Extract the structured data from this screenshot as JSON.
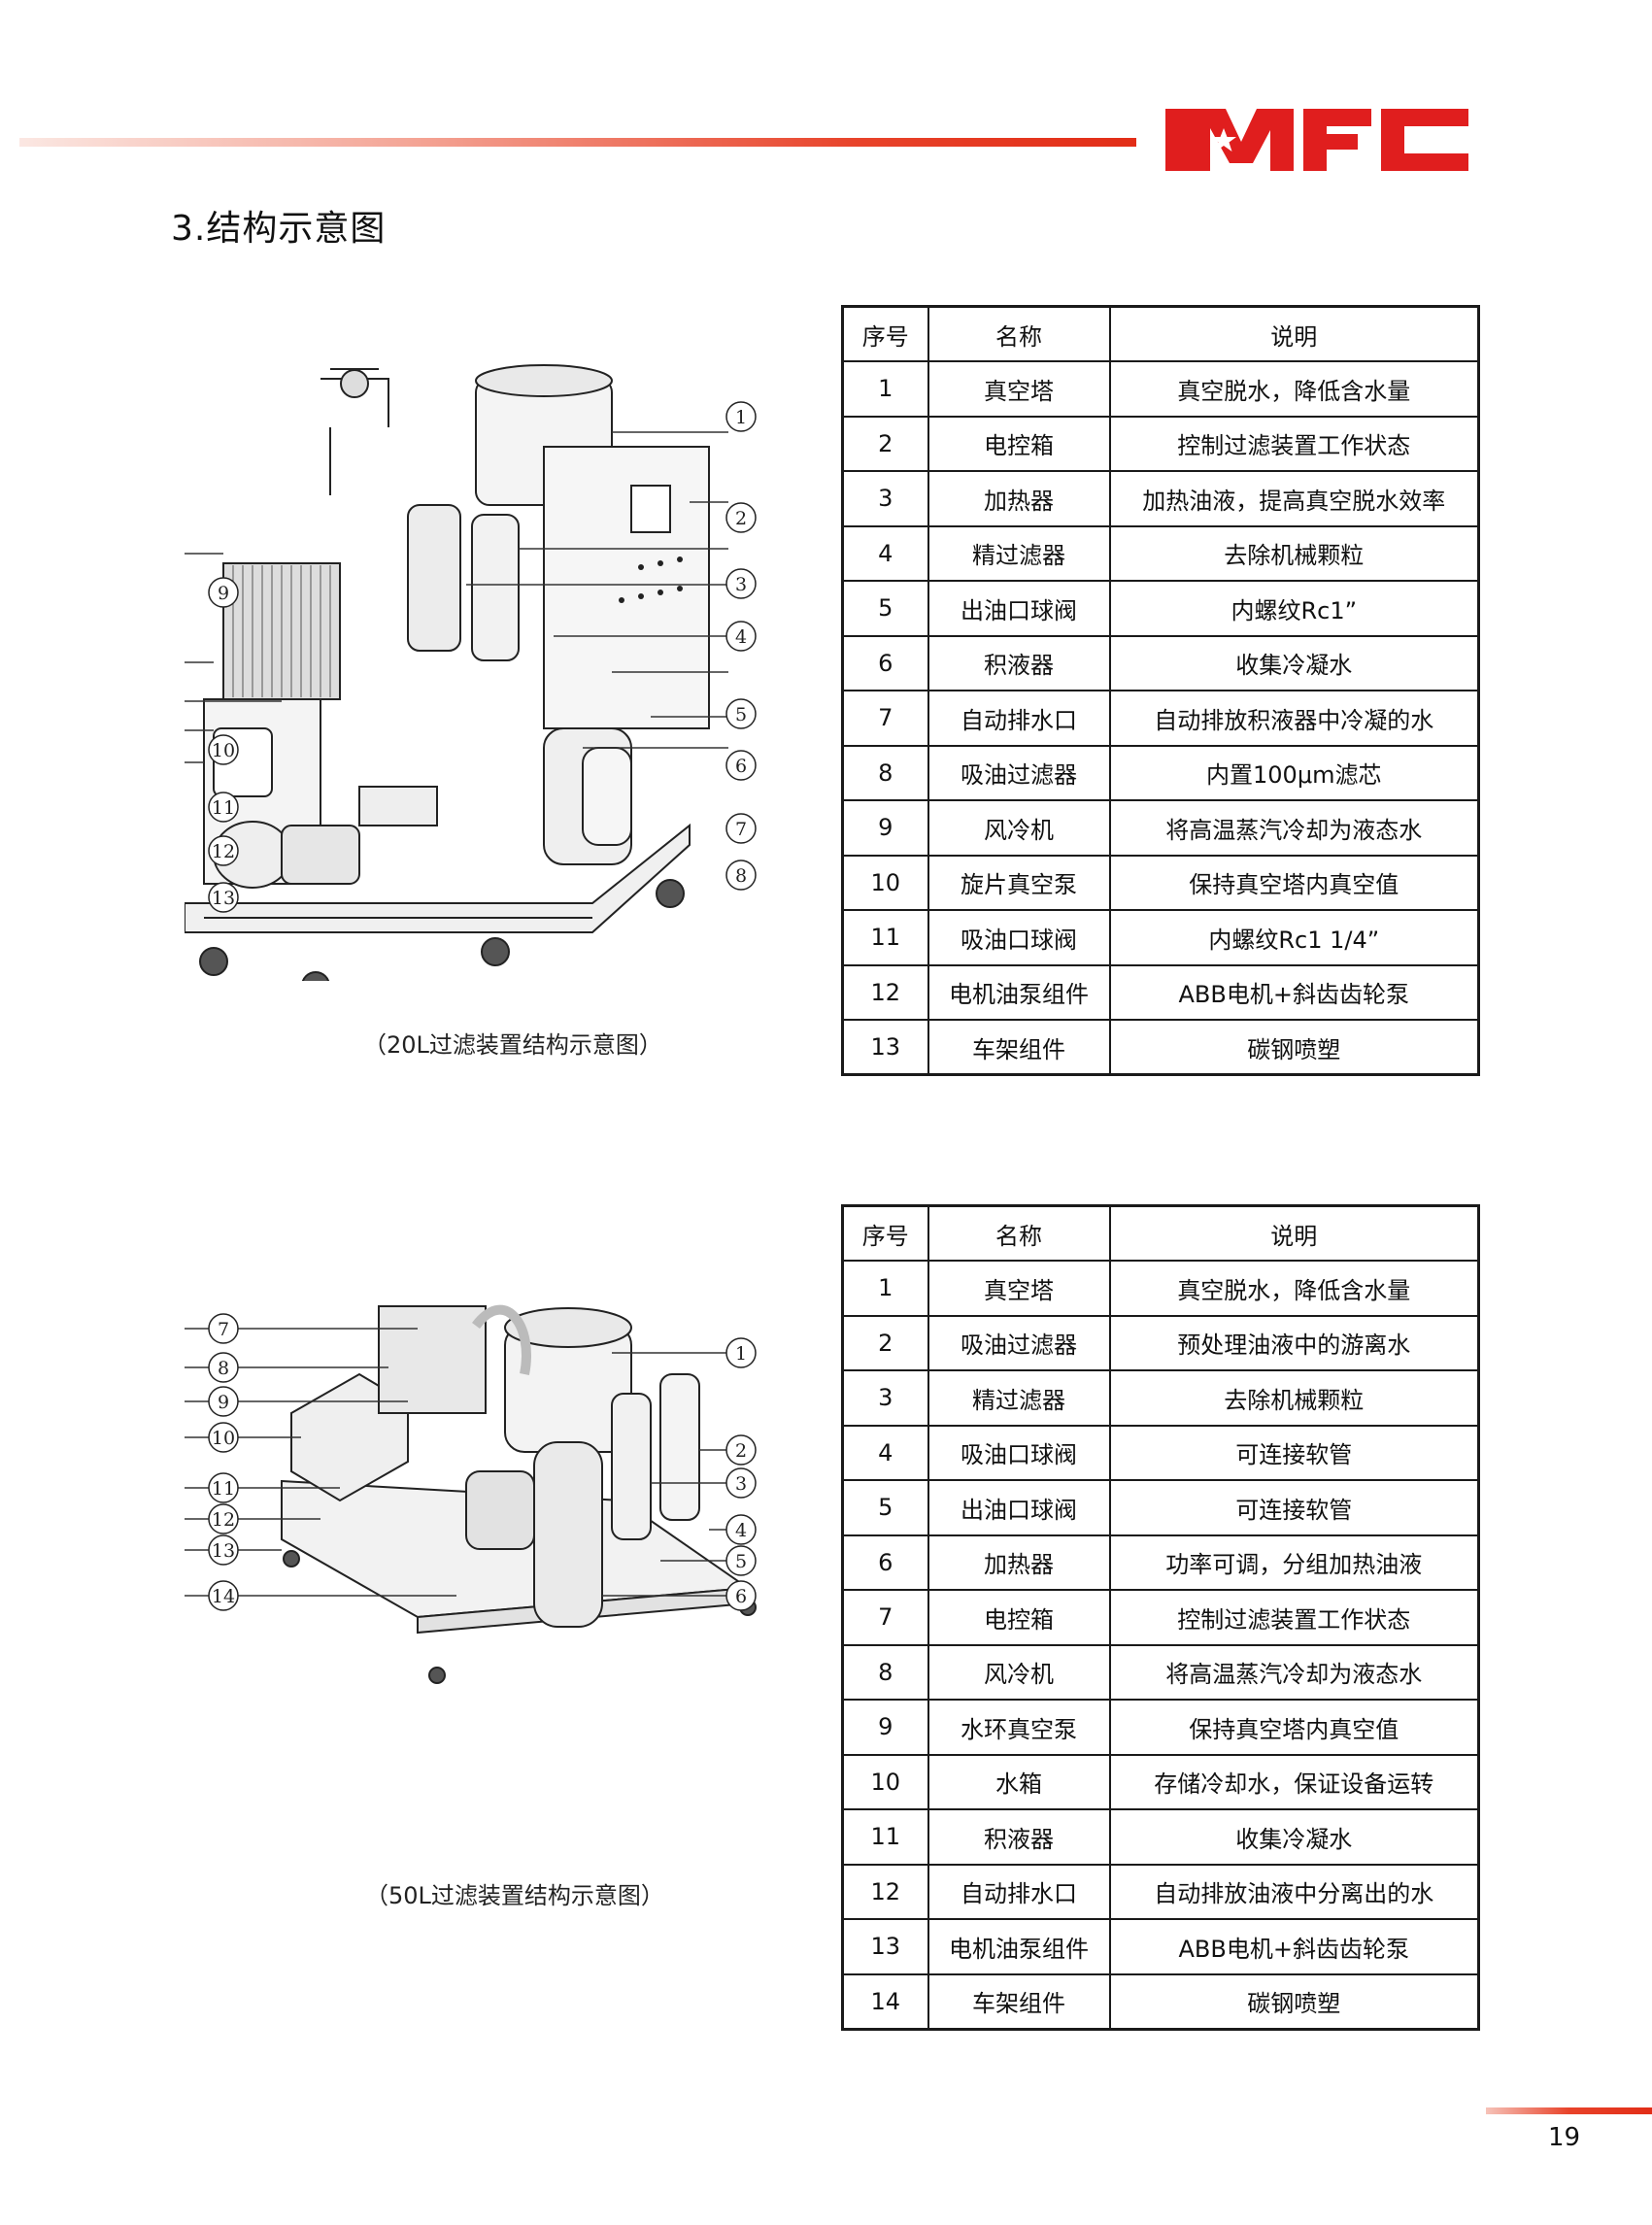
{
  "brand": {
    "logo_text": "MFC",
    "logo_color": "#e01e1e",
    "accent_gradient": [
      "#fbe7e2",
      "#e22d17"
    ]
  },
  "section": {
    "title": "3.结构示意图"
  },
  "figure1": {
    "caption": "（20L过滤装置结构示意图）",
    "callouts": [
      "1",
      "2",
      "3",
      "4",
      "5",
      "6",
      "7",
      "8",
      "9",
      "10",
      "11",
      "12",
      "13"
    ]
  },
  "figure2": {
    "caption": "（50L过滤装置结构示意图）",
    "callouts": [
      "1",
      "2",
      "3",
      "4",
      "5",
      "6",
      "7",
      "8",
      "9",
      "10",
      "11",
      "12",
      "13",
      "14"
    ]
  },
  "table1": {
    "headers": [
      "序号",
      "名称",
      "说明"
    ],
    "rows": [
      [
        "1",
        "真空塔",
        "真空脱水，降低含水量"
      ],
      [
        "2",
        "电控箱",
        "控制过滤装置工作状态"
      ],
      [
        "3",
        "加热器",
        "加热油液，提高真空脱水效率"
      ],
      [
        "4",
        "精过滤器",
        "去除机械颗粒"
      ],
      [
        "5",
        "出油口球阀",
        "内螺纹Rc1”"
      ],
      [
        "6",
        "积液器",
        "收集冷凝水"
      ],
      [
        "7",
        "自动排水口",
        "自动排放积液器中冷凝的水"
      ],
      [
        "8",
        "吸油过滤器",
        "内置100μm滤芯"
      ],
      [
        "9",
        "风冷机",
        "将高温蒸汽冷却为液态水"
      ],
      [
        "10",
        "旋片真空泵",
        "保持真空塔内真空值"
      ],
      [
        "11",
        "吸油口球阀",
        "内螺纹Rc1 1/4”"
      ],
      [
        "12",
        "电机油泵组件",
        "ABB电机+斜齿齿轮泵"
      ],
      [
        "13",
        "车架组件",
        "碳钢喷塑"
      ]
    ]
  },
  "table2": {
    "headers": [
      "序号",
      "名称",
      "说明"
    ],
    "rows": [
      [
        "1",
        "真空塔",
        "真空脱水，降低含水量"
      ],
      [
        "2",
        "吸油过滤器",
        "预处理油液中的游离水"
      ],
      [
        "3",
        "精过滤器",
        "去除机械颗粒"
      ],
      [
        "4",
        "吸油口球阀",
        "可连接软管"
      ],
      [
        "5",
        "出油口球阀",
        "可连接软管"
      ],
      [
        "6",
        "加热器",
        "功率可调，分组加热油液"
      ],
      [
        "7",
        "电控箱",
        "控制过滤装置工作状态"
      ],
      [
        "8",
        "风冷机",
        "将高温蒸汽冷却为液态水"
      ],
      [
        "9",
        "水环真空泵",
        "保持真空塔内真空值"
      ],
      [
        "10",
        "水箱",
        "存储冷却水，保证设备运转"
      ],
      [
        "11",
        "积液器",
        "收集冷凝水"
      ],
      [
        "12",
        "自动排水口",
        "自动排放油液中分离出的水"
      ],
      [
        "13",
        "电机油泵组件",
        "ABB电机+斜齿齿轮泵"
      ],
      [
        "14",
        "车架组件",
        "碳钢喷塑"
      ]
    ]
  },
  "footer": {
    "page_number": "19"
  }
}
